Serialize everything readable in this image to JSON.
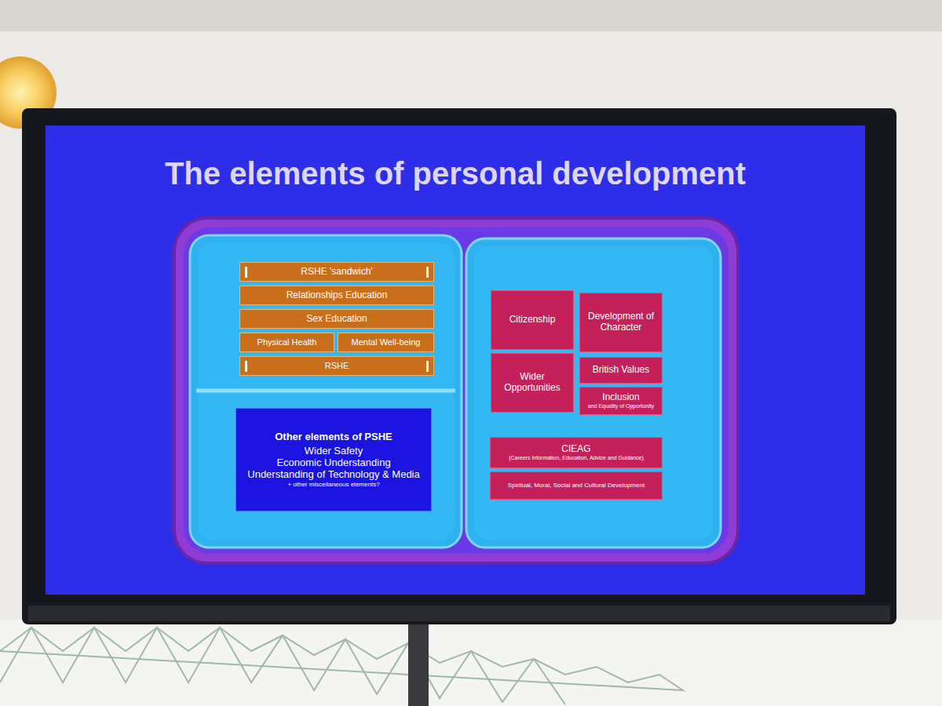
{
  "diagram": {
    "title": "The elements of personal development",
    "nodes": [
      {
        "text": [
          "RSHE 'sandwich'"
        ]
      },
      {
        "text": [
          "Relationships Education"
        ]
      },
      {
        "text": [
          "Sex Education"
        ]
      },
      {
        "text": [
          "Physical Health"
        ]
      },
      {
        "text": [
          "Mental Well-being"
        ]
      },
      {
        "text": [
          "RSHE"
        ]
      },
      {
        "text": [
          "Other elements of PSHE",
          "Wider Safety",
          "Economic Understanding",
          "Understanding of Technology & Media",
          "+ other miscellaneous elements?"
        ]
      },
      {
        "text": [
          "Citizenship"
        ]
      },
      {
        "text": [
          "Development of Character"
        ]
      },
      {
        "text": [
          "Wider Opportunities"
        ]
      },
      {
        "text": [
          "British Values"
        ]
      },
      {
        "text": [
          "Inclusion",
          "and Equality of Opportunity"
        ]
      },
      {
        "text": [
          "CIEAG",
          "(Careers Information, Education, Advice and Guidance)"
        ]
      },
      {
        "text": [
          "Spiritual, Moral, Social and Cultural Development"
        ]
      }
    ]
  }
}
